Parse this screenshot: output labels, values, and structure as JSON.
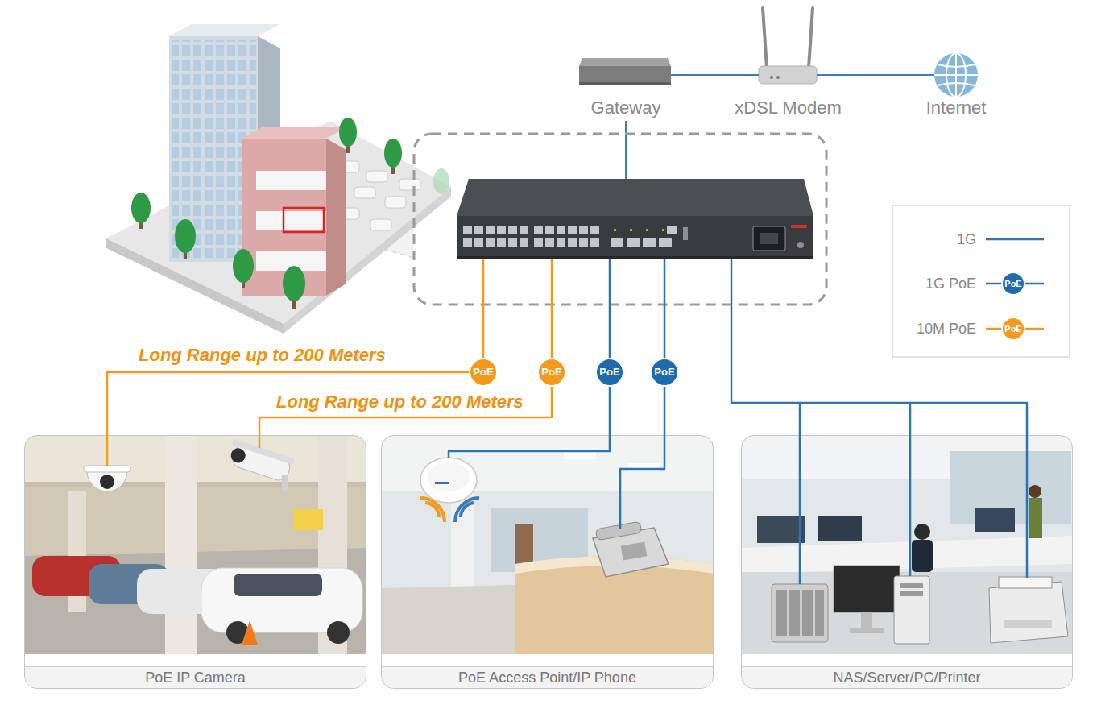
{
  "diagram": {
    "nodes": [
      {
        "text": [
          "Gateway"
        ]
      },
      {
        "text": [
          "xDSL Modem"
        ]
      },
      {
        "text": [
          "Internet"
        ]
      },
      {
        "text": [
          "PoE IP Camera"
        ]
      },
      {
        "text": [
          "PoE Access Point/IP Phone"
        ]
      },
      {
        "text": [
          "NAS/Server/PC/Printer"
        ]
      }
    ],
    "edges": [
      {
        "from": 0,
        "to": 1,
        "arrow": "none"
      },
      {
        "from": 1,
        "to": 2,
        "arrow": "none"
      }
    ],
    "labels": [
      "Long Range up to 200 Meters",
      "Long Range up to 200 Meters",
      "PoE",
      "PoE",
      "PoE",
      "PoE",
      "PoE",
      "PoE"
    ],
    "legend": [
      {
        "text": "1G"
      },
      {
        "text": "1G PoE"
      },
      {
        "text": "10M PoE"
      }
    ]
  }
}
